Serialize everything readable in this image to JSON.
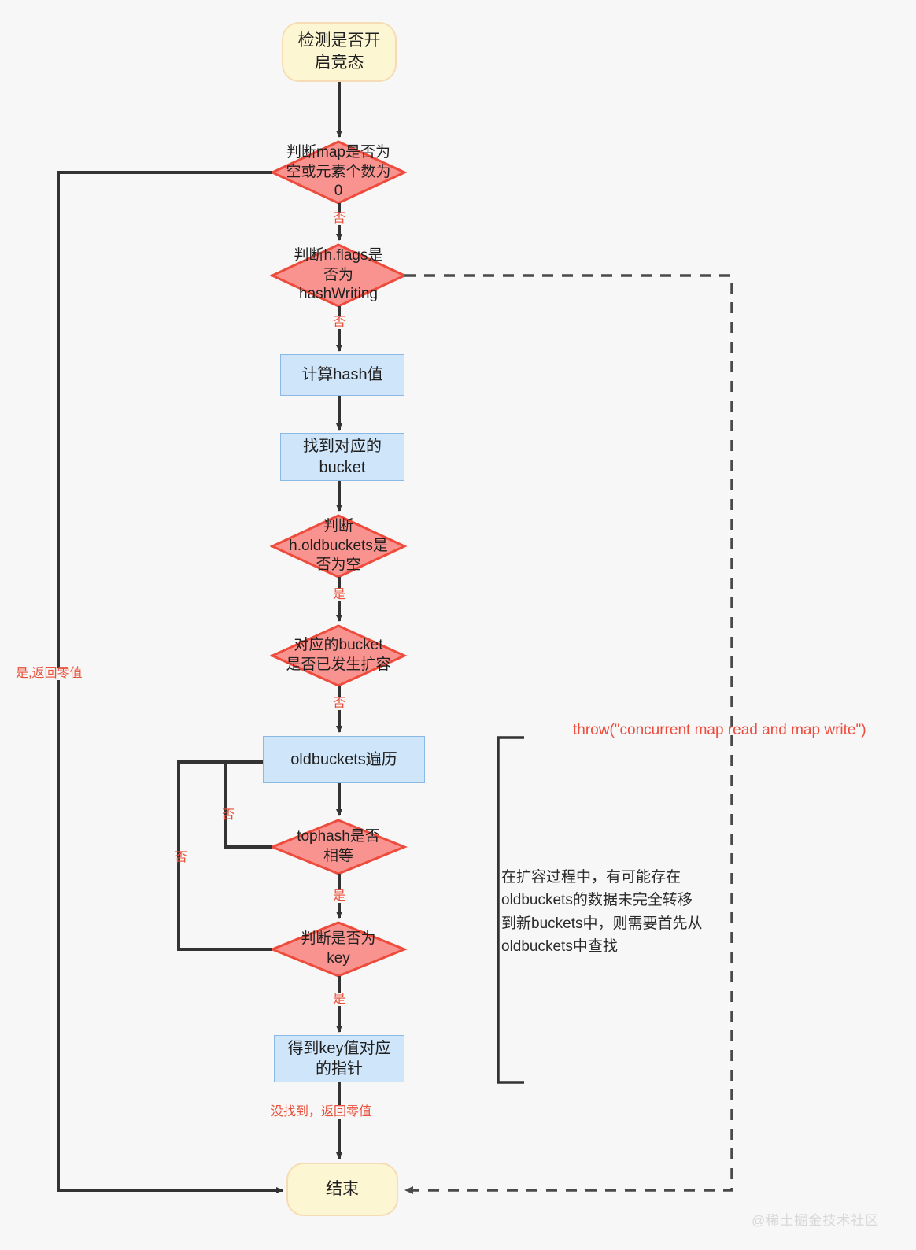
{
  "diagram": {
    "title_watermark": "@稀土掘金技术社区",
    "nodes": {
      "start": "检测是否开\n启竞态",
      "check_map_empty": "判断map是否为\n空或元素个数为\n0",
      "check_flags": "判断h.flags是\n否为\nhashWriting",
      "calc_hash": "计算hash值",
      "find_bucket": "找到对应的\nbucket",
      "check_oldbuckets": "判断\nh.oldbuckets是\n否为空",
      "check_grow": "对应的bucket\n是否已发生扩容",
      "traverse_oldbuckets": "oldbuckets遍历",
      "check_tophash": "tophash是否\n相等",
      "check_key": "判断是否为\nkey",
      "get_pointer": "得到key值对应\n的指针",
      "end": "结束"
    },
    "edge_labels": {
      "no_1": "否",
      "no_2": "否",
      "yes_oldbuckets": "是",
      "no_grow": "否",
      "no_tophash": "否",
      "yes_tophash": "是",
      "no_key": "否",
      "yes_key": "是",
      "return_zero_left": "是,返回零值",
      "not_found": "没找到，返回零值"
    },
    "annotations": {
      "throw": "throw(\"concurrent map read and map write\")",
      "oldbuckets_note": "在扩容过程中，有可能存在\noldbuckets的数据未完全转移\n到新buckets中，则需要首先从\noldbuckets中查找"
    },
    "colors": {
      "terminal_fill": "#fdf6d3",
      "terminal_stroke": "#f6dcb4",
      "process_fill": "#cfe5fa",
      "process_stroke": "#8ab9e8",
      "decision_fill": "#f9938f",
      "decision_stroke": "#ef4b3c",
      "line": "#333333",
      "label_red": "#e8503a",
      "background": "#f7f7f7"
    }
  }
}
